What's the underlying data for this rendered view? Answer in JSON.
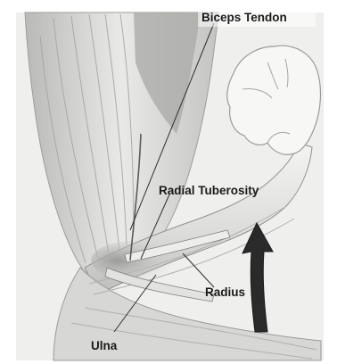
{
  "labels": {
    "biceps_tendon": "Biceps Tendon",
    "radial_tuberosity": "Radial Tuberosity",
    "radius": "Radius",
    "ulna": "Ulna"
  },
  "colors": {
    "background": "#f3f3f1",
    "shading": "#c9c9c7",
    "line": "#3a3a3a",
    "arrow": "#2a2a2a"
  },
  "icons": [
    "curved-arrow-icon"
  ]
}
